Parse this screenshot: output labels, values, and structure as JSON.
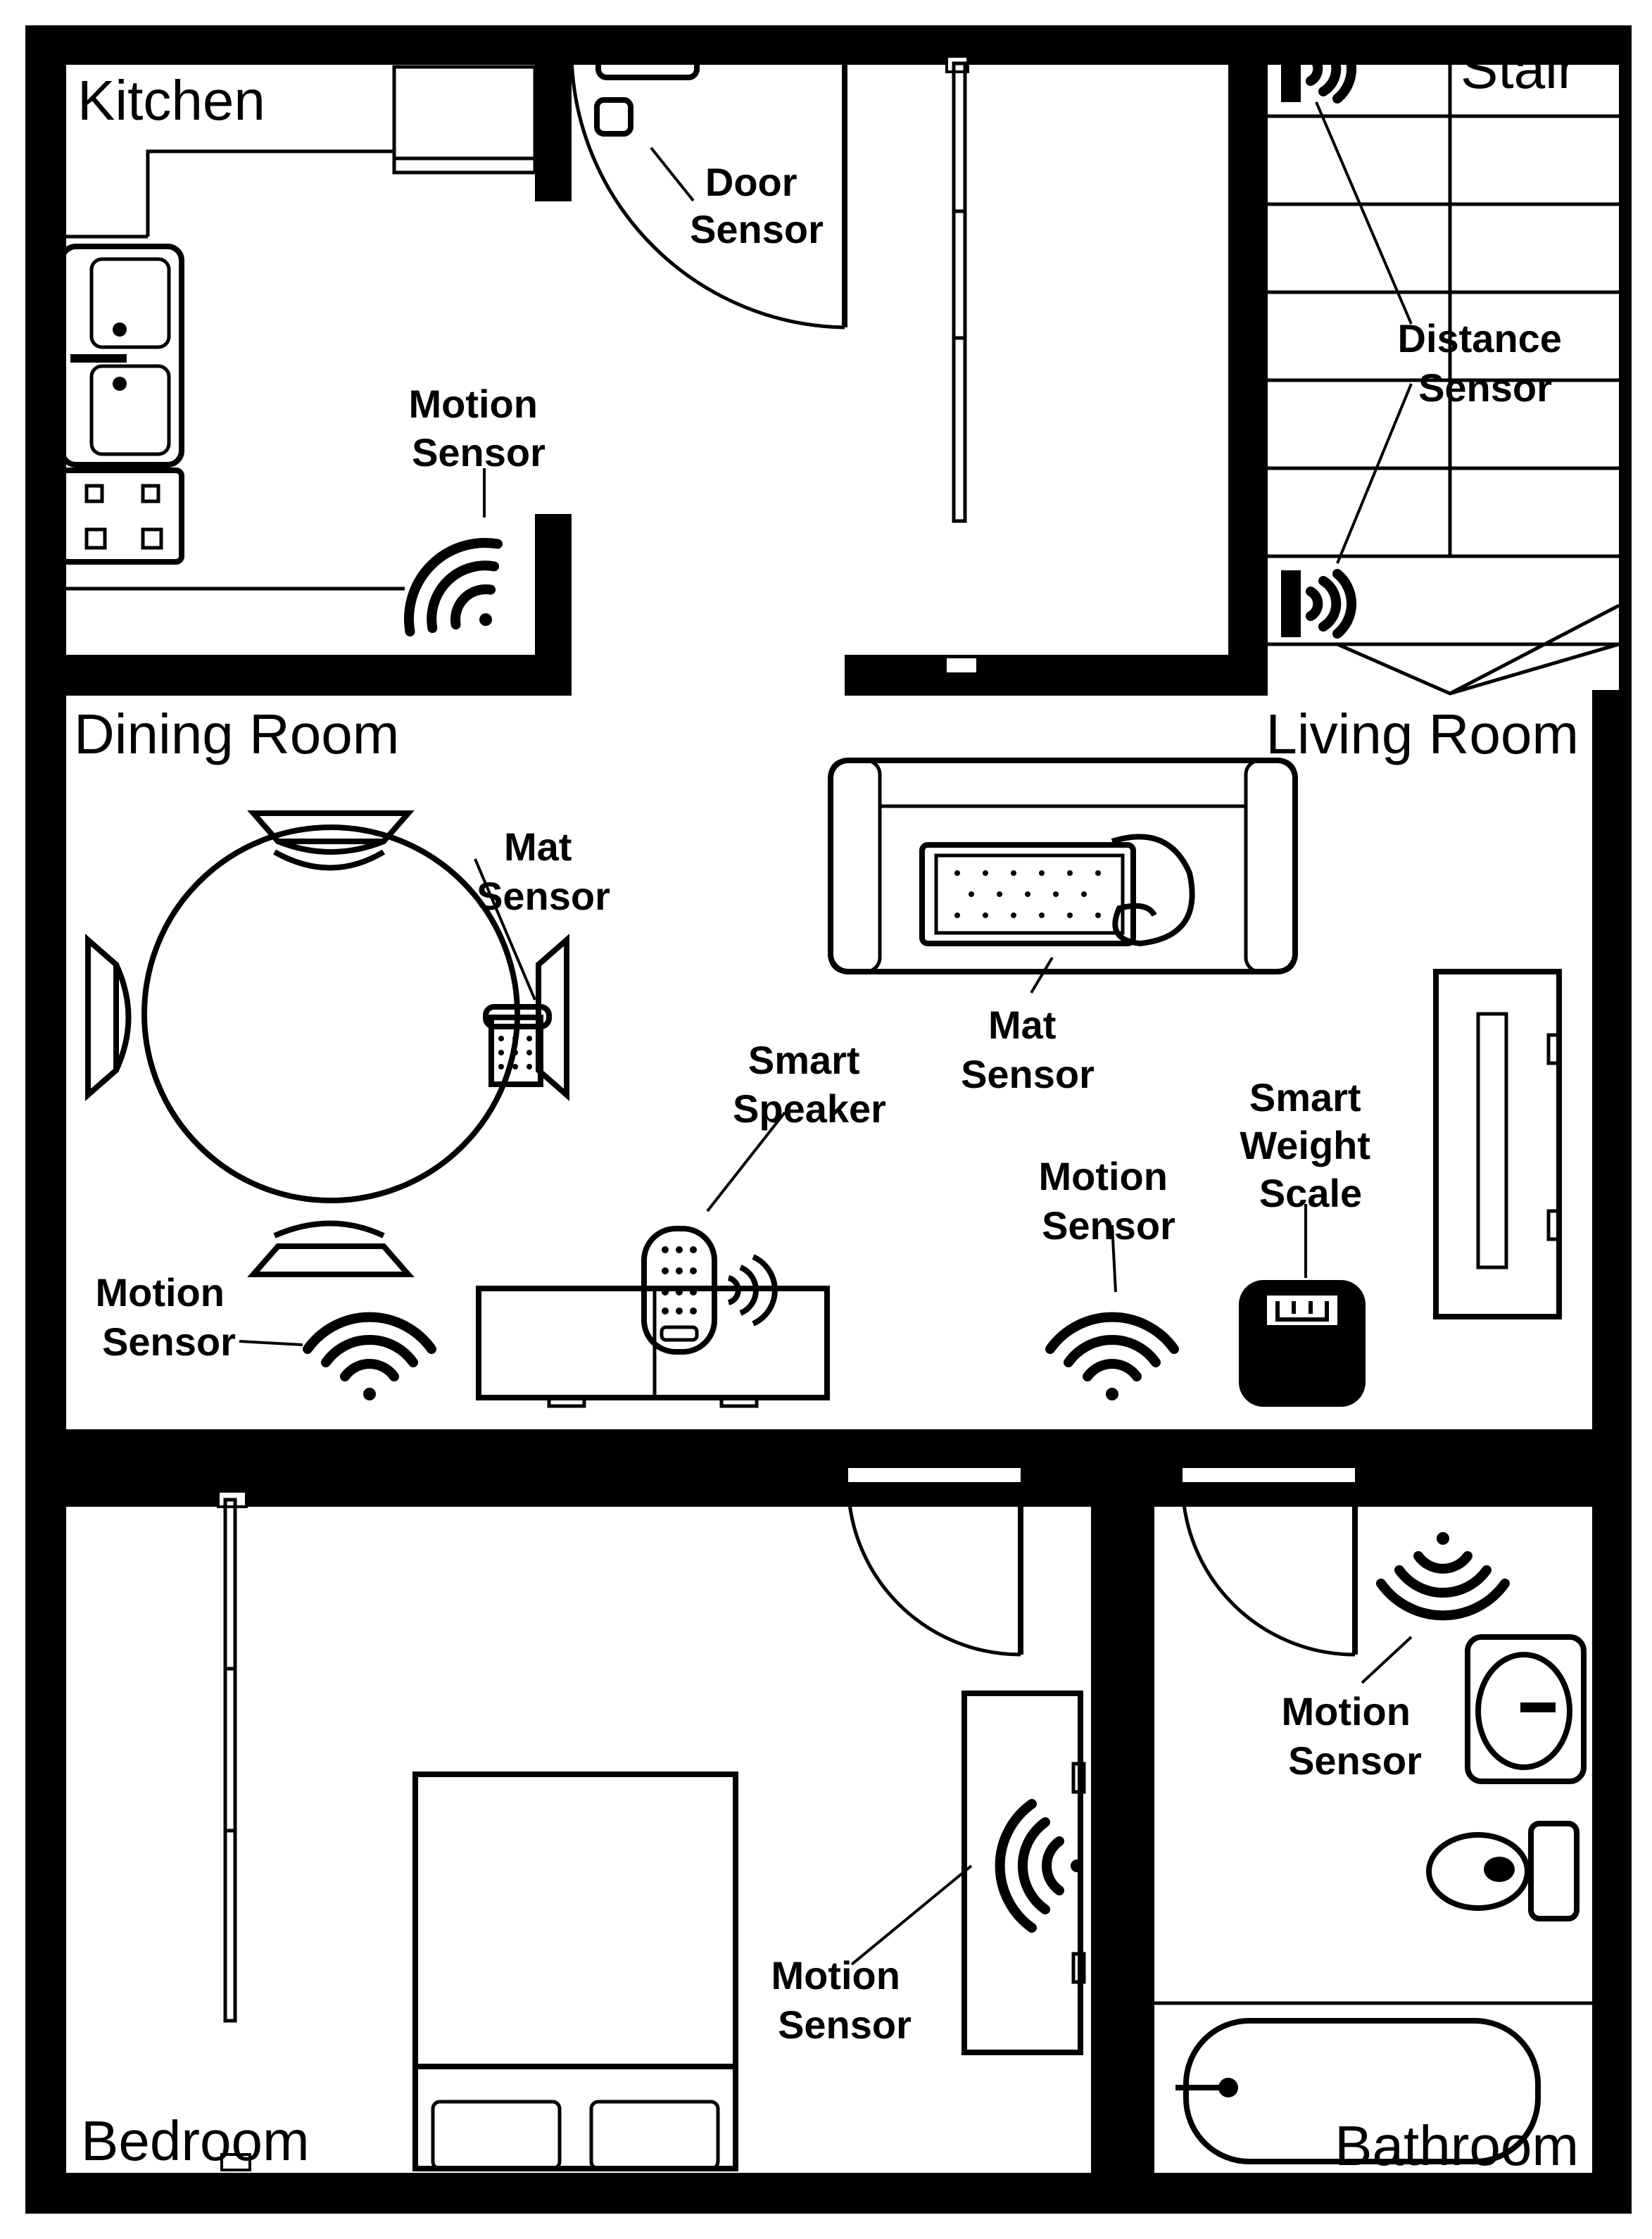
{
  "rooms": {
    "kitchen": "Kitchen",
    "stair": "Stair",
    "dining": "Dining Room",
    "living": "Living Room",
    "bedroom": "Bedroom",
    "bathroom": "Bathroom"
  },
  "sensors": {
    "door": [
      "Door",
      "Sensor"
    ],
    "distance": [
      "Distance",
      "Sensor"
    ],
    "motion_kitchen": [
      "Motion",
      "Sensor"
    ],
    "mat_dining": [
      "Mat",
      "Sensor"
    ],
    "mat_living": [
      "Mat",
      "Sensor"
    ],
    "smart_speaker": [
      "Smart",
      "Speaker"
    ],
    "motion_living": [
      "Motion",
      "Sensor"
    ],
    "weight_scale": [
      "Smart",
      "Weight",
      "Scale"
    ],
    "motion_dining": [
      "Motion",
      "Sensor"
    ],
    "motion_bathroom": [
      "Motion",
      "Sensor"
    ],
    "motion_bedroom": [
      "Motion",
      "Sensor"
    ]
  },
  "icons": [
    "motion-sensor-icon",
    "distance-sensor-icon",
    "door-sensor-icon",
    "mat-sensor-icon",
    "smart-speaker-icon",
    "weight-scale-icon"
  ]
}
